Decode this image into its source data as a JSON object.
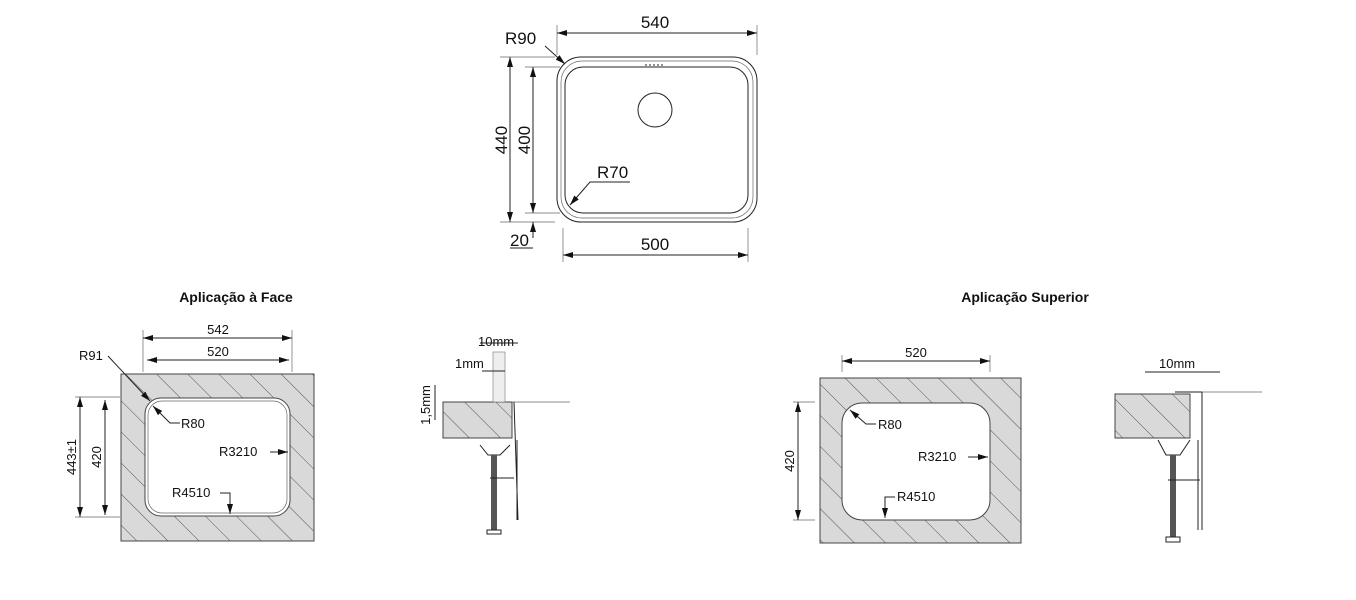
{
  "top_view": {
    "width_outer": "540",
    "width_inner": "500",
    "height_outer": "440",
    "height_inner": "400",
    "radius_outer": "R90",
    "radius_inner": "R70",
    "rim": "20"
  },
  "face_mount": {
    "title": "Aplicação à Face",
    "cutout": {
      "width_outer": "542",
      "width_inner": "520",
      "height_outer": "443±1",
      "height_inner": "420",
      "radius_outer": "R91",
      "radius_corner": "R80",
      "radius_side": "R3210",
      "radius_bottom": "R4510"
    },
    "section": {
      "overlap": "10mm",
      "gap": "1mm",
      "depth": "1,5mm"
    }
  },
  "top_mount": {
    "title": "Aplicação Superior",
    "cutout": {
      "width": "520",
      "height": "420",
      "radius_corner": "R80",
      "radius_side": "R3210",
      "radius_bottom": "R4510"
    },
    "section": {
      "overlap": "10mm"
    }
  },
  "colors": {
    "hatch_fill": "#d9d9d9",
    "line": "#222222"
  }
}
